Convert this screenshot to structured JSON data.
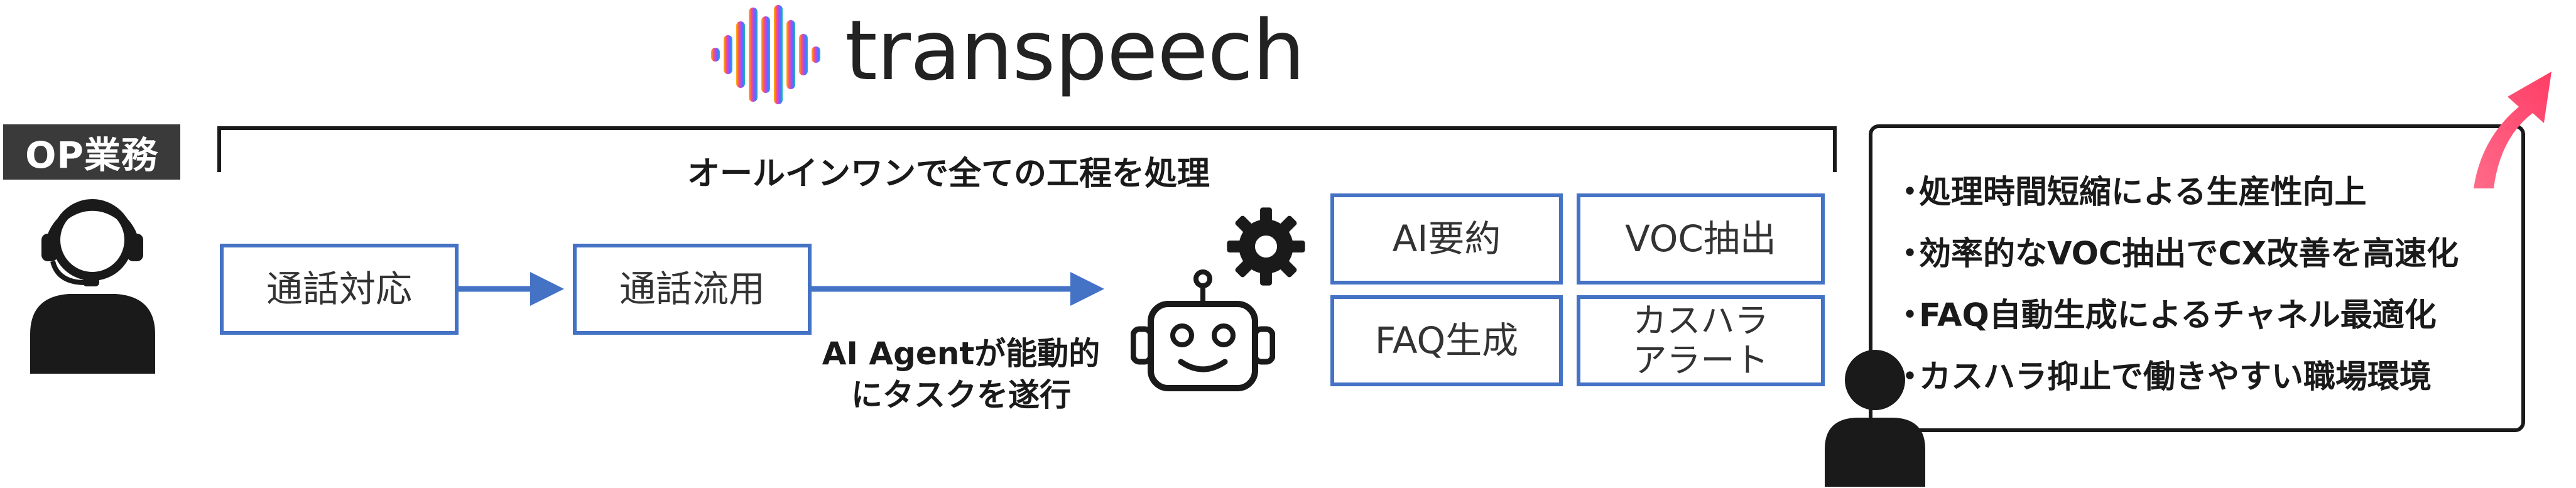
{
  "brand": {
    "name": "transpeech",
    "colors": [
      "#f7b500",
      "#ff4d6d",
      "#a64bff",
      "#3a7bff",
      "#20c4a0"
    ]
  },
  "op_label": "OP業務",
  "bracket_label": "オールインワンで全ての工程を処理",
  "process": {
    "call": "通話対応",
    "reuse": "通話流用"
  },
  "agent_label_line1": "AI Agentが能動的",
  "agent_label_line2": "にタスクを遂行",
  "tasks": {
    "summary": "AI要約",
    "voc": "VOC抽出",
    "faq": "FAQ生成",
    "harass_line1": "カスハラ",
    "harass_line2": "アラート"
  },
  "benefits": [
    "処理時間短縮による生産性向上",
    "効率的なVOC抽出でCX改善を高速化",
    "FAQ自動生成によるチャネル最適化",
    "カスハラ抑止で働きやすい職場環境"
  ],
  "bullet": "・",
  "colors": {
    "box_border": "#4472c4",
    "arrow": "#4472c4",
    "dark": "#1a1a1a",
    "up_arrow": "#ff5a7e"
  },
  "icons": [
    "sound-wave-logo-icon",
    "operator-headset-icon",
    "gear-icon",
    "robot-icon",
    "person-icon",
    "growth-arrow-icon"
  ]
}
